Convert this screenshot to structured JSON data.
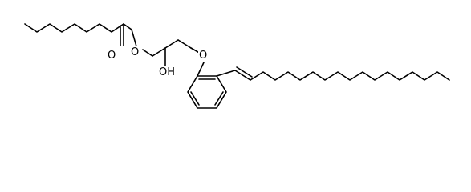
{
  "molecule": {
    "atom_labels": {
      "carbonyl_oxygen": "O",
      "ester_oxygen": "O",
      "hydroxyl": "OH",
      "ether_oxygen": "O"
    },
    "colors": {
      "bond": "#000000",
      "label": "#000000",
      "background": "#ffffff"
    }
  }
}
